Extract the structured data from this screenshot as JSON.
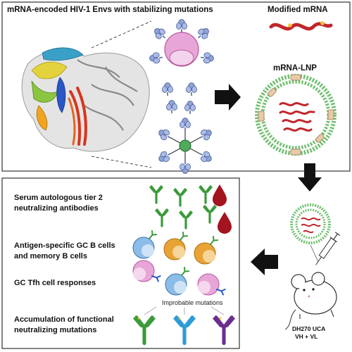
{
  "top_panel": {
    "title": "mRNA-encoded HIV-1 Envs with stabilizing mutations",
    "modified_mrna_label": "Modified mRNA",
    "mrna_lnp_label": "mRNA-LNP"
  },
  "bottom_panel": {
    "outcomes": [
      {
        "line1": "Serum autologous tier 2",
        "line2": "neutralizing antibodies"
      },
      {
        "line1": "Antigen-specific GC B cells",
        "line2": "and memory B cells"
      },
      {
        "line1": "GC Tfh cell responses",
        "line2": ""
      },
      {
        "line1": "Accumulation of functional",
        "line2": "neutralizing mutations"
      }
    ],
    "improbable_label": "Improbable mutations",
    "mouse_label_1": "DH270 UCA",
    "mouse_label_2": "VH + VL"
  },
  "colors": {
    "panel_border": "#333333",
    "arrow": "#111111",
    "ferritin_pink": "#e8a6d8",
    "env_blue": "#8fa3d6",
    "lnp_green": "#9ed89a",
    "mrna_red": "#c0272d",
    "antibody_green": "#3a9a3a",
    "antibody_blue": "#2d9bd6",
    "antibody_purple": "#6b2e8f",
    "blood_red": "#a3141e"
  }
}
